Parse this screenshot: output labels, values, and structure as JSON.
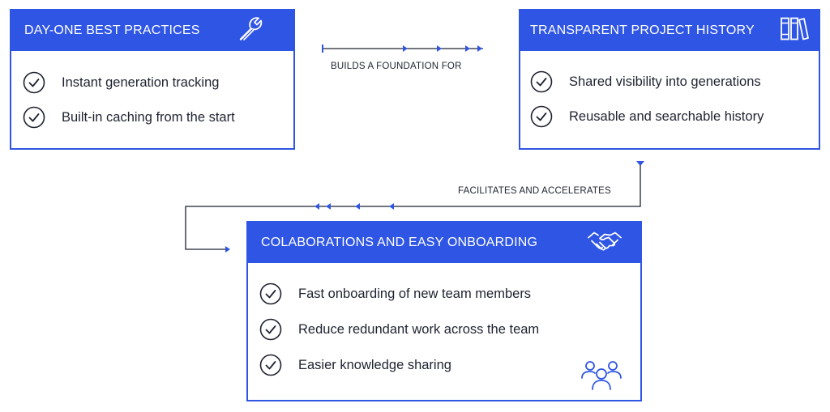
{
  "cards": {
    "best_practices": {
      "title": "DAY-ONE BEST PRACTICES",
      "icon": "wrench-icon",
      "items": [
        "Instant generation tracking",
        "Built-in caching from the start"
      ]
    },
    "project_history": {
      "title": "TRANSPARENT PROJECT HISTORY",
      "icon": "books-icon",
      "items": [
        "Shared visibility into generations",
        "Reusable and searchable history"
      ]
    },
    "collaboration": {
      "title": "COLABORATIONS AND EASY ONBOARDING",
      "icon": "handshake-icon",
      "corner_icon": "team-icon",
      "items": [
        "Fast onboarding of new team members",
        "Reduce redundant work across the team",
        "Easier knowledge sharing"
      ]
    }
  },
  "connectors": {
    "top": "BUILDS A FOUNDATION FOR",
    "bottom": "FACILITATES AND ACCELERATES"
  },
  "colors": {
    "accent": "#2f55e4",
    "text": "#1f2330",
    "connector_line": "#1f2330"
  }
}
